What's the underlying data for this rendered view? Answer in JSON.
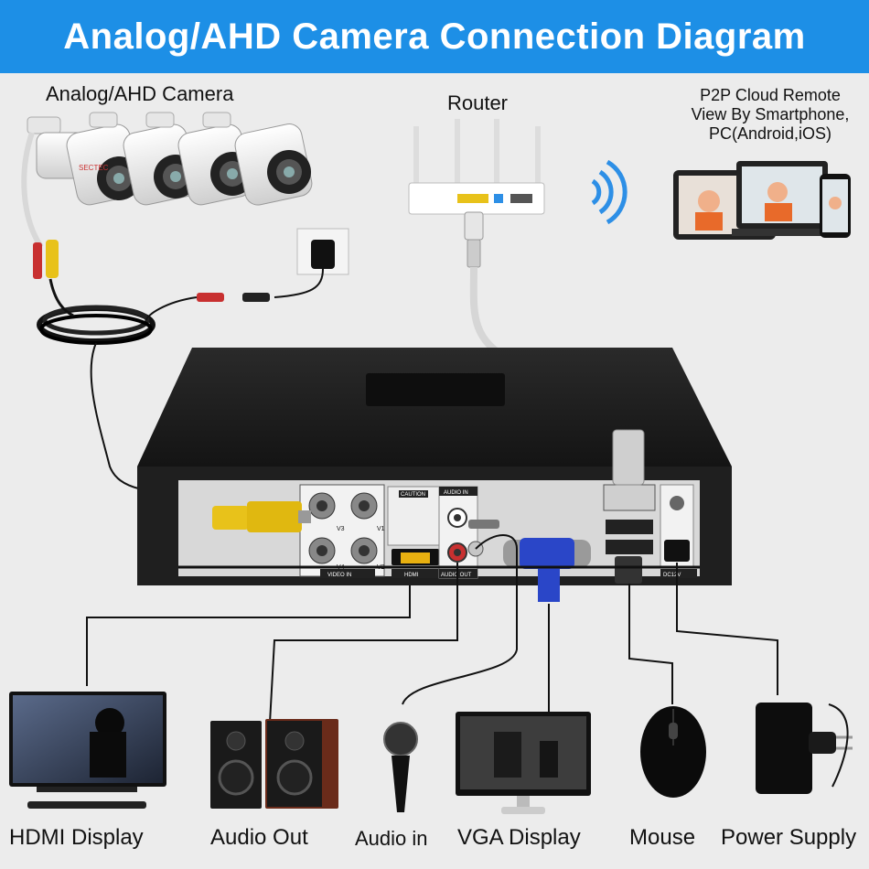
{
  "title": "Analog/AHD Camera Connection Diagram",
  "top_labels": {
    "camera": "Analog/AHD Camera",
    "router": "Router",
    "p2p_line1": "P2P Cloud Remote",
    "p2p_line2": "View By Smartphone,",
    "p2p_line3": "PC(Android,iOS)"
  },
  "dvr_panel": {
    "video_in": "VIDEO IN",
    "v1": "V1",
    "v2": "V2",
    "v3": "V3",
    "v4": "V4",
    "caution": "CAUTION",
    "audio_in": "AUDIO IN",
    "audio_out": "AUDIO OUT",
    "hdmi": "HDMI",
    "dc12v": "DC12V"
  },
  "camera_brand": "SECTEC",
  "bottom_labels": {
    "hdmi_display": "HDMI Display",
    "audio_out": "Audio Out",
    "audio_in": "Audio in",
    "vga_display": "VGA Display",
    "mouse": "Mouse",
    "power_supply": "Power Supply"
  },
  "colors": {
    "banner": "#1d8fe6",
    "background": "#ececec",
    "dvr_body": "#1c1c1c",
    "vga_connector": "#2a46c8",
    "bnc_yellow": "#e8c21a",
    "wifi_blue": "#2d8fe6"
  },
  "icons": [
    "wifi-signal-icon",
    "router-icon",
    "camera-icon",
    "dvr-icon",
    "monitor-icon",
    "speaker-icon",
    "microphone-icon",
    "mouse-icon",
    "power-adapter-icon"
  ]
}
